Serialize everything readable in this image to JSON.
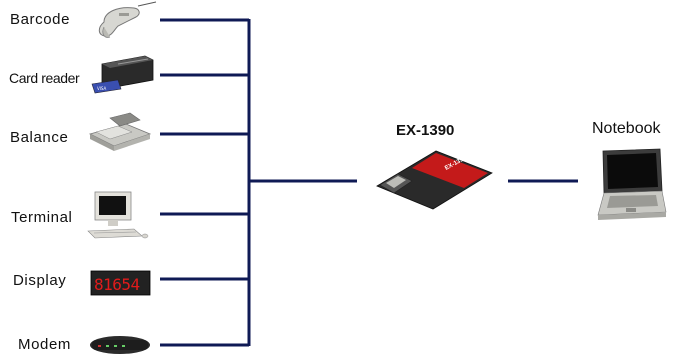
{
  "devices": [
    {
      "label": "Barcode",
      "icon": "barcode-scanner-icon"
    },
    {
      "label": "Card reader",
      "icon": "card-reader-icon"
    },
    {
      "label": "Balance",
      "icon": "balance-scale-icon"
    },
    {
      "label": "Terminal",
      "icon": "terminal-computer-icon"
    },
    {
      "label": "Display",
      "icon": "led-display-icon"
    },
    {
      "label": "Modem",
      "icon": "modem-icon"
    }
  ],
  "card": {
    "label": "EX-1390",
    "icon": "pcmcia-card-icon",
    "card_text": "EX-1390"
  },
  "notebook": {
    "label": "Notebook",
    "icon": "notebook-laptop-icon"
  },
  "display_digits": "81654",
  "colors": {
    "line": "#0f1a55",
    "card_red": "#c41a1a",
    "card_body": "#2a2a2a"
  }
}
